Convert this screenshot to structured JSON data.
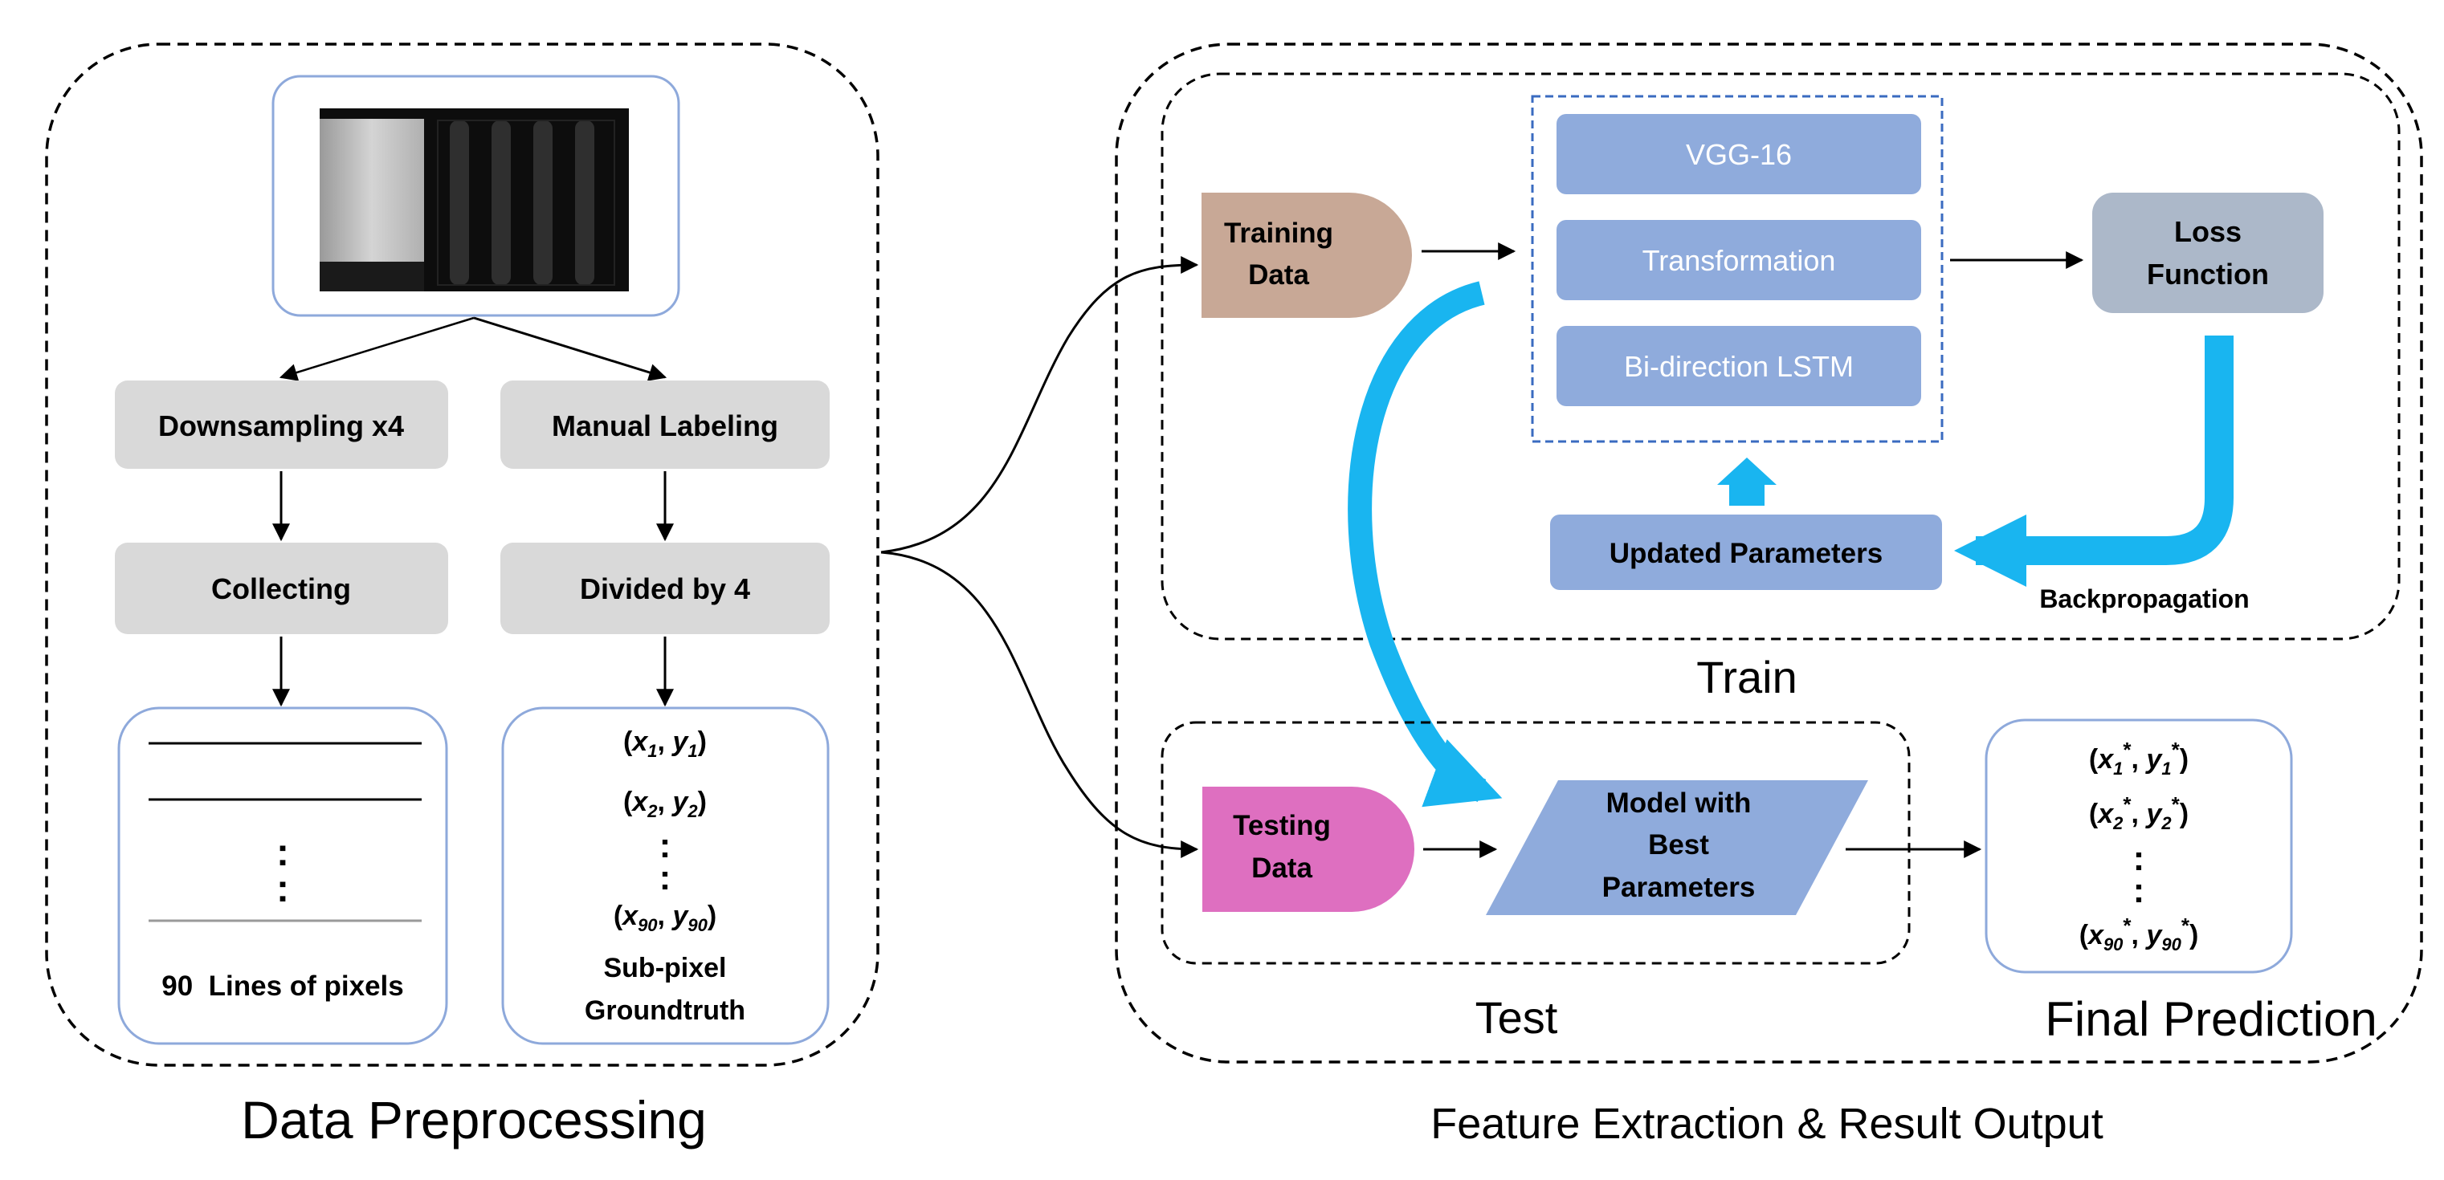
{
  "preprocessing": {
    "caption": "Data Preprocessing",
    "left_branch": [
      "Downsampling x4",
      "Collecting"
    ],
    "right_branch": [
      "Manual Labeling",
      "Divided by 4"
    ],
    "lines_box": {
      "dots": ":",
      "label": "90  Lines of pixels"
    },
    "groundtruth_box": {
      "points": [
        {
          "x": "x",
          "y": "y",
          "sub": "1"
        },
        {
          "x": "x",
          "y": "y",
          "sub": "2"
        },
        {
          "x": "x",
          "y": "y",
          "sub": "90"
        }
      ],
      "label_line1": "Sub-pixel",
      "label_line2": "Groundtruth"
    }
  },
  "extraction": {
    "caption": "Feature Extraction & Result Output",
    "train": {
      "caption": "Train",
      "training_data": [
        "Training",
        "Data"
      ],
      "network_layers": [
        "VGG-16",
        "Transformation",
        "Bi-direction LSTM"
      ],
      "loss_function": [
        "Loss",
        "Function"
      ],
      "updated_parameters": "Updated Parameters",
      "backpropagation": "Backpropagation"
    },
    "test": {
      "caption": "Test",
      "testing_data": [
        "Testing",
        "Data"
      ],
      "model": [
        "Model with",
        "Best",
        "Parameters"
      ]
    },
    "prediction": {
      "caption": "Final Prediction",
      "points": [
        {
          "x": "x",
          "y": "y",
          "sub": "1",
          "sup": "*"
        },
        {
          "x": "x",
          "y": "y",
          "sub": "2",
          "sup": "*"
        },
        {
          "x": "x",
          "y": "y",
          "sub": "90",
          "sup": "*"
        }
      ]
    }
  },
  "colors": {
    "gray_box": "#d9d9d9",
    "blue_box": "#8fabdc",
    "blue_text": "#ffffff",
    "loss_box": "#acb8c9",
    "training_data": "#c8a896",
    "testing_data": "#de6fc0",
    "cyan_arrow": "#19b5f0",
    "outline_blue": "#8ea9db"
  }
}
